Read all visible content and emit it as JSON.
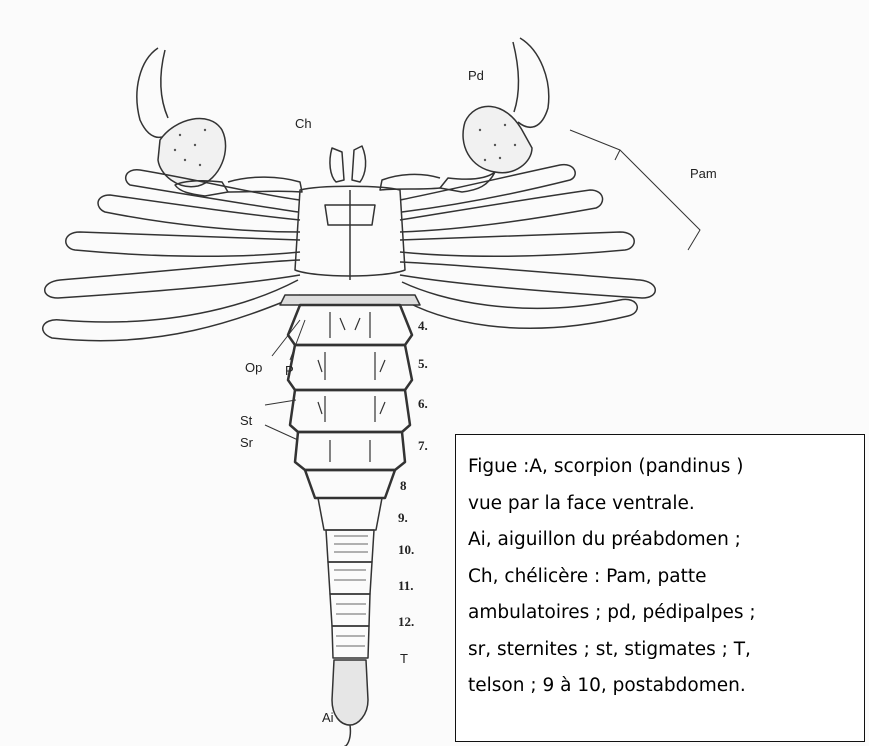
{
  "labels": {
    "ch": "Ch",
    "pd": "Pd",
    "pam": "Pam",
    "op": "Op",
    "p": "P",
    "st": "St",
    "sr": "Sr",
    "ai": "Ai",
    "t": "T",
    "seg4": "4.",
    "seg5": "5.",
    "seg6": "6.",
    "seg7": "7.",
    "seg8": "8",
    "seg9": "9.",
    "seg10": "10.",
    "seg11": "11.",
    "seg12": "12."
  },
  "caption": {
    "lines": [
      "Figue :A, scorpion (pandinus )",
      "vue par la face ventrale.",
      "Ai, aiguillon du préabdomen ;",
      "Ch, chélicère :  Pam, patte",
      "ambulatoires ; pd, pédipalpes ;",
      "sr, sternites ; st, stigmates ; T,",
      "telson ; 9 à 10, postabdomen."
    ]
  }
}
